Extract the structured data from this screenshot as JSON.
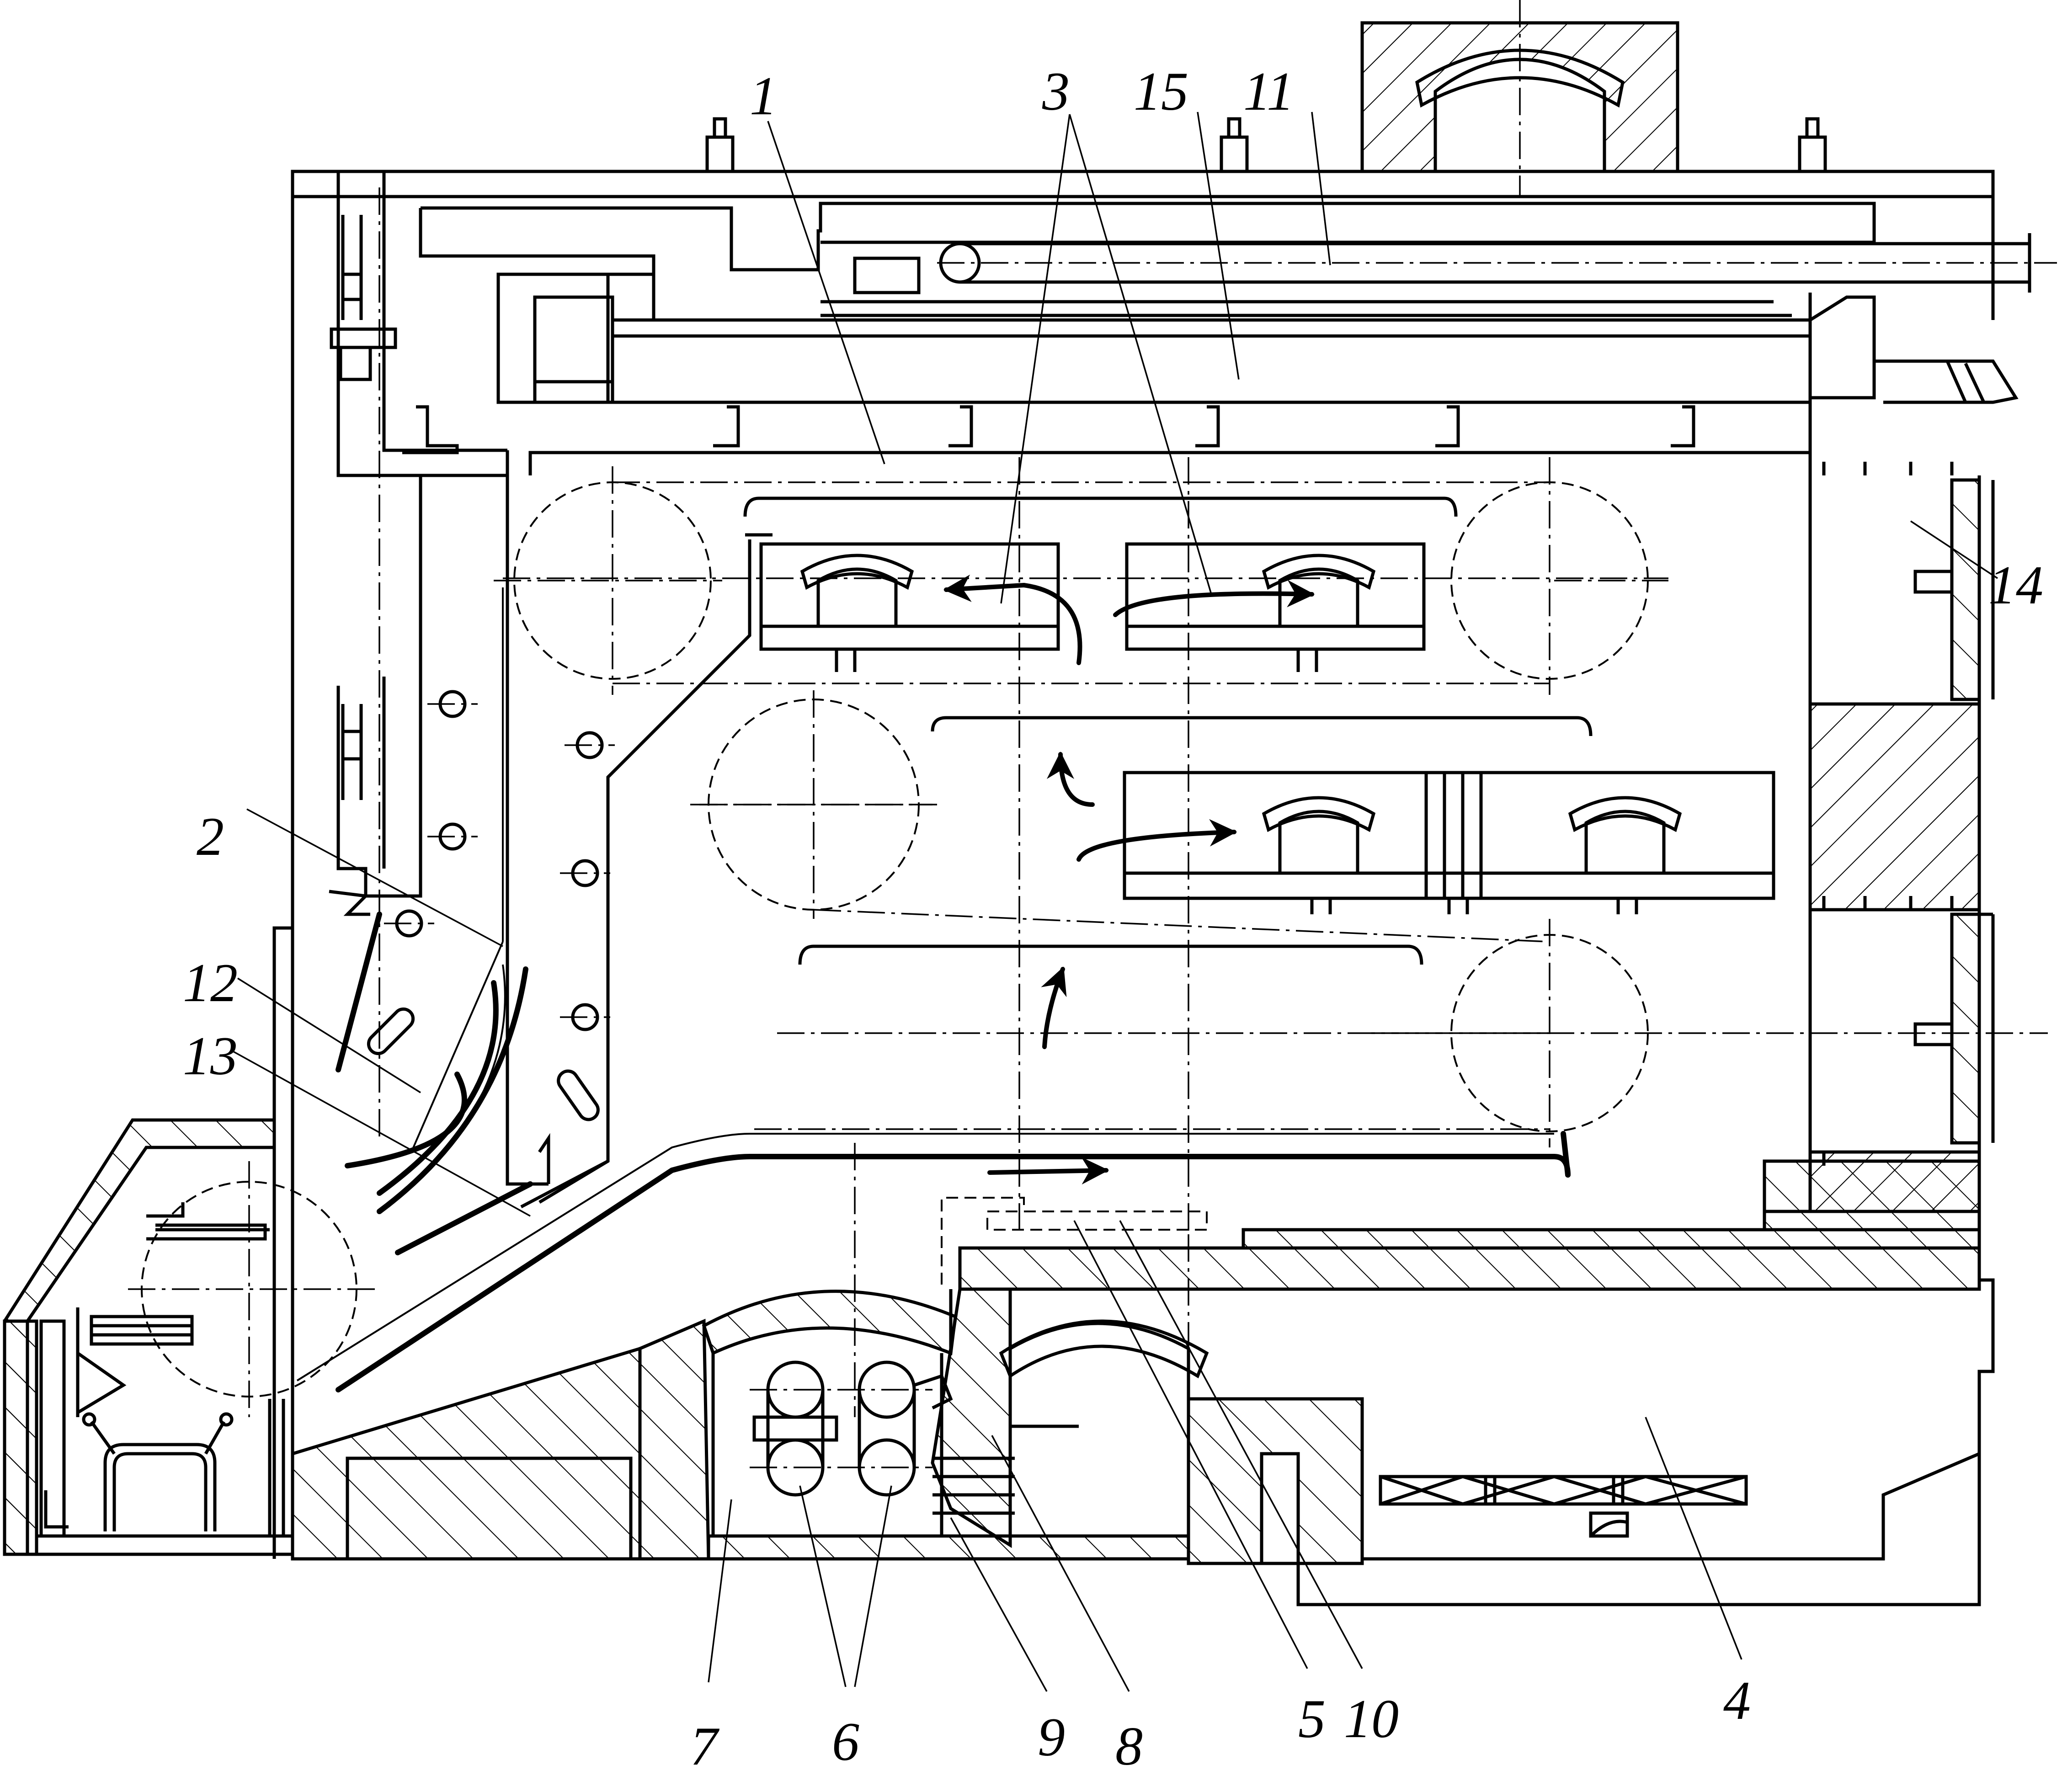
{
  "callouts": [
    {
      "id": "1",
      "text": "1"
    },
    {
      "id": "2",
      "text": "2"
    },
    {
      "id": "3",
      "text": "3"
    },
    {
      "id": "4",
      "text": "4"
    },
    {
      "id": "5",
      "text": "5"
    },
    {
      "id": "6",
      "text": "6"
    },
    {
      "id": "7",
      "text": "7"
    },
    {
      "id": "8",
      "text": "8"
    },
    {
      "id": "9",
      "text": "9"
    },
    {
      "id": "10",
      "text": "10"
    },
    {
      "id": "11",
      "text": "11"
    },
    {
      "id": "12",
      "text": "12"
    },
    {
      "id": "13",
      "text": "13"
    },
    {
      "id": "14",
      "text": "14"
    },
    {
      "id": "15",
      "text": "15"
    }
  ],
  "colors": {
    "ink": "#000000",
    "paper": "#ffffff"
  }
}
